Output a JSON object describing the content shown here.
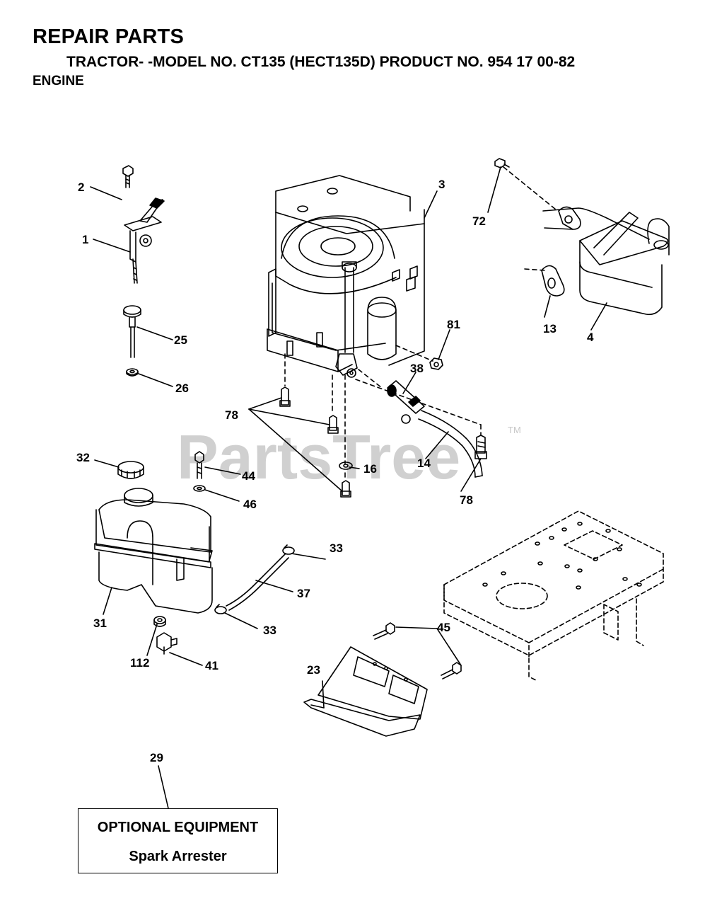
{
  "header": {
    "title": "REPAIR PARTS",
    "subtitle": "TRACTOR- -MODEL NO. CT135 (HECT135D) PRODUCT NO. 954 17 00-82",
    "section": "ENGINE"
  },
  "watermark": {
    "text": "PartsTree",
    "tm": "TM"
  },
  "callouts": {
    "c1": "1",
    "c2": "2",
    "c3": "3",
    "c4": "4",
    "c13": "13",
    "c14": "14",
    "c16": "16",
    "c23": "23",
    "c25": "25",
    "c26": "26",
    "c29": "29",
    "c31": "31",
    "c32": "32",
    "c33a": "33",
    "c33b": "33",
    "c37": "37",
    "c38": "38",
    "c41": "41",
    "c44": "44",
    "c45": "45",
    "c46": "46",
    "c72": "72",
    "c78a": "78",
    "c78b": "78",
    "c81": "81",
    "c112": "112"
  },
  "optional_equipment": {
    "heading": "OPTIONAL EQUIPMENT",
    "item": "Spark Arrester"
  }
}
